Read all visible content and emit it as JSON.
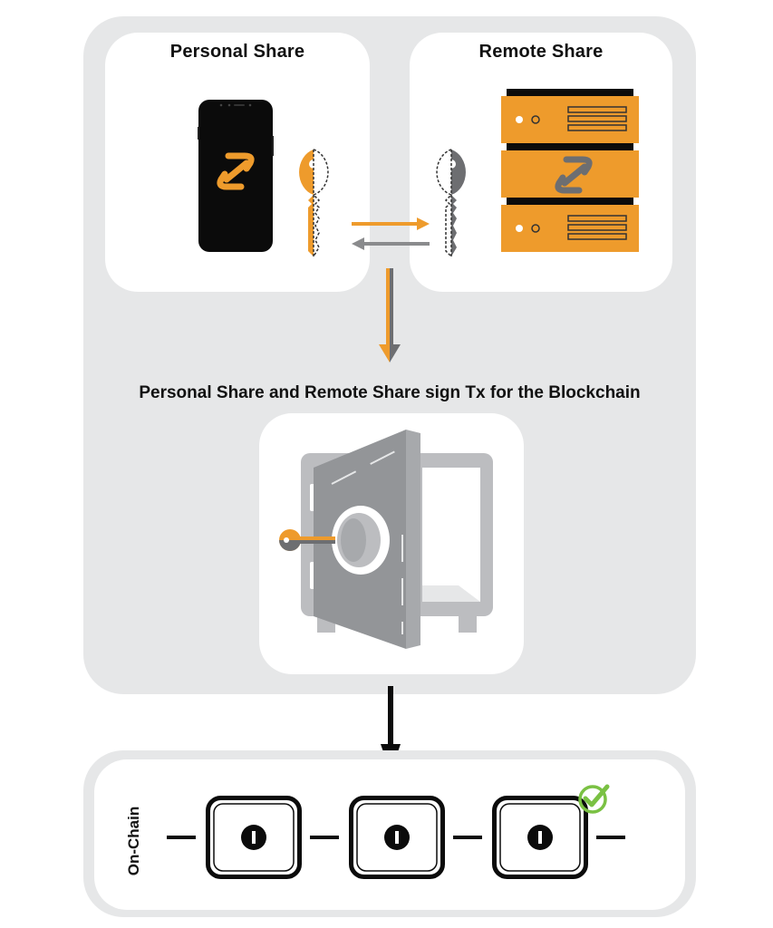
{
  "diagram": {
    "personal_share": {
      "title": "Personal Share",
      "device": "smartphone",
      "key_color": "#ee9b2c"
    },
    "remote_share": {
      "title": "Remote Share",
      "device": "server-rack",
      "key_color": "#6d6e71"
    },
    "exchange_arrows": [
      {
        "direction": "personal-to-remote",
        "color": "#ee9b2c"
      },
      {
        "direction": "remote-to-personal",
        "color": "#8a8b8d"
      }
    ],
    "signing": {
      "caption": "Personal Share and Remote Share sign Tx for the Blockchain",
      "icon": "vault-with-key-icon"
    },
    "blockchain": {
      "label": "On-Chain",
      "blocks": [
        {
          "confirmed": false
        },
        {
          "confirmed": false
        },
        {
          "confirmed": true
        }
      ],
      "confirm_color": "#7ac143"
    },
    "colors": {
      "frame_gray": "#e6e7e8",
      "brand_orange": "#ee9b2c",
      "dark_gray": "#6d6e71"
    }
  }
}
